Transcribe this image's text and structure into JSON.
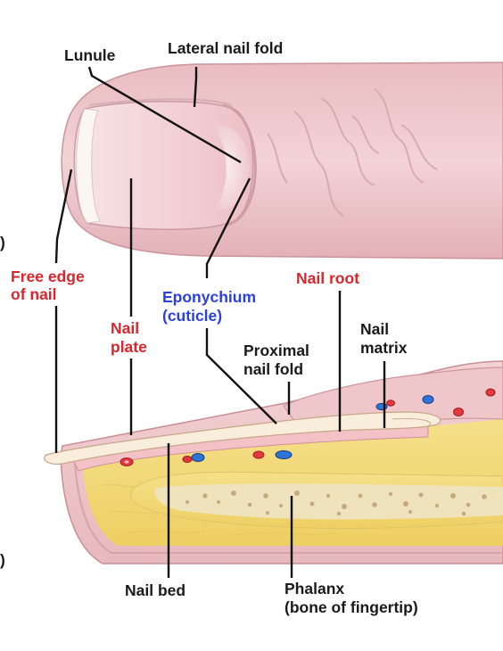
{
  "labels": {
    "lunule": "Lunule",
    "lateral_nail_fold": "Lateral nail fold",
    "free_edge_line1": "Free edge",
    "free_edge_line2": "of nail",
    "nail_root": "Nail root",
    "eponychium_line1": "Eponychium",
    "eponychium_line2": "(cuticle)",
    "nail_plate_line1": "Nail",
    "nail_plate_line2": "plate",
    "nail_matrix_line1": "Nail",
    "nail_matrix_line2": "matrix",
    "proximal_fold_line1": "Proximal",
    "proximal_fold_line2": "nail fold",
    "nail_bed": "Nail bed",
    "phalanx_line1": "Phalanx",
    "phalanx_line2": "(bone of fingertip)",
    "panel_marker_top": ")",
    "panel_marker_bottom": ")"
  },
  "colors": {
    "black_label": "#1a1a1a",
    "red_label": "#d8262c",
    "blue_label": "#2a3fe0",
    "skin": "#f0cdd0",
    "nail": "#f7e1e4",
    "bone_marrow": "#f3dc7c",
    "bone": "#f0e6c4"
  }
}
